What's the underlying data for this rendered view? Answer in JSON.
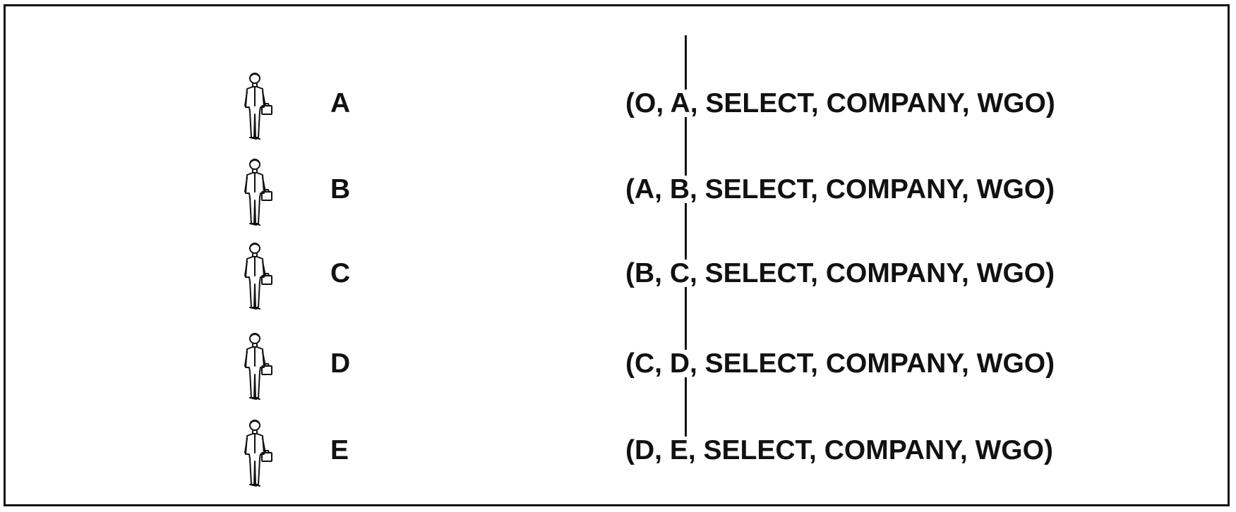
{
  "diagram": {
    "rows": [
      {
        "node": "A",
        "tuple": "(O, A, SELECT, COMPANY, WGO)",
        "icon": "businessman-icon"
      },
      {
        "node": "B",
        "tuple": "(A, B, SELECT, COMPANY, WGO)",
        "icon": "businessman-icon"
      },
      {
        "node": "C",
        "tuple": "(B, C, SELECT, COMPANY, WGO)",
        "icon": "businessman-icon"
      },
      {
        "node": "D",
        "tuple": "(C, D, SELECT, COMPANY, WGO)",
        "icon": "businessman-icon"
      },
      {
        "node": "E",
        "tuple": "(D, E, SELECT, COMPANY, WGO)",
        "icon": "businessman-icon"
      }
    ]
  }
}
